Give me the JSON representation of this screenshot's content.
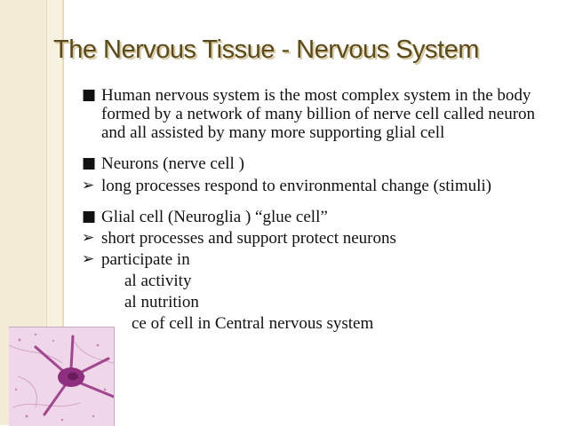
{
  "slide": {
    "title": "The Nervous Tissue - Nervous System",
    "items": [
      {
        "marker": "square",
        "text": "Human nervous system is the most complex system in the body formed by a network of many billion of nerve cell called neuron and all assisted by many more supporting glial cell"
      },
      {
        "marker": "square",
        "text": "Neurons (nerve cell )"
      },
      {
        "marker": "arrow",
        "text": "long processes respond to environmental change (stimuli)"
      },
      {
        "marker": "square",
        "text": "Glial cell (Neuroglia ) “glue cell”"
      },
      {
        "marker": "arrow",
        "text": "short processes and support protect neurons"
      },
      {
        "marker": "arrow",
        "text": "participate in"
      },
      {
        "marker": "none",
        "text": "al activity"
      },
      {
        "marker": "none",
        "text": "al nutrition"
      },
      {
        "marker": "none",
        "text": "ce of cell in Central nervous system"
      }
    ]
  },
  "icons": {
    "square_bullet": "■",
    "arrow_bullet": "➢"
  },
  "colors": {
    "title": "#5c4a1a",
    "band": "#f3ecd7",
    "micrograph": "#e6c3dd"
  }
}
